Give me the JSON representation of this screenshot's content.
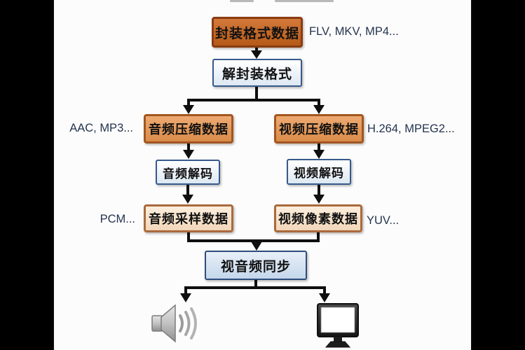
{
  "frame": {
    "background": "#000000",
    "canvas_background": "#fcfcfc"
  },
  "colors": {
    "node_dark_orange_fill": "#c06020",
    "node_dark_orange_border": "#8a3c10",
    "node_orange_fill": "#e09a5e",
    "node_orange_border": "#a2561f",
    "node_pale_orange_fill": "#f7e2cb",
    "node_pale_orange_border": "#aa6a3c",
    "node_pale_blue_fill": "#eef4fa",
    "node_blue_border": "#365a8c",
    "node_sync_fill": "#ccddf0",
    "arrow_color": "#0f0f0f",
    "annotation_color": "#24344f"
  },
  "nodes": {
    "muxed": {
      "label": "封装格式数据",
      "annotation": "FLV, MKV, MP4..."
    },
    "demux": {
      "label": "解封装格式"
    },
    "audio_stream": {
      "label": "音频压缩数据",
      "annotation": "AAC, MP3..."
    },
    "video_stream": {
      "label": "视频压缩数据",
      "annotation": "H.264, MPEG2..."
    },
    "audio_decoder": {
      "label": "音频解码"
    },
    "video_decoder": {
      "label": "视频解码"
    },
    "audio_raw": {
      "label": "音频采样数据",
      "annotation": "PCM..."
    },
    "video_raw": {
      "label": "视频像素数据",
      "annotation": "YUV..."
    },
    "sync": {
      "label": "视音频同步"
    }
  },
  "icons": {
    "audio_output": "speaker-icon",
    "video_output": "monitor-icon"
  }
}
